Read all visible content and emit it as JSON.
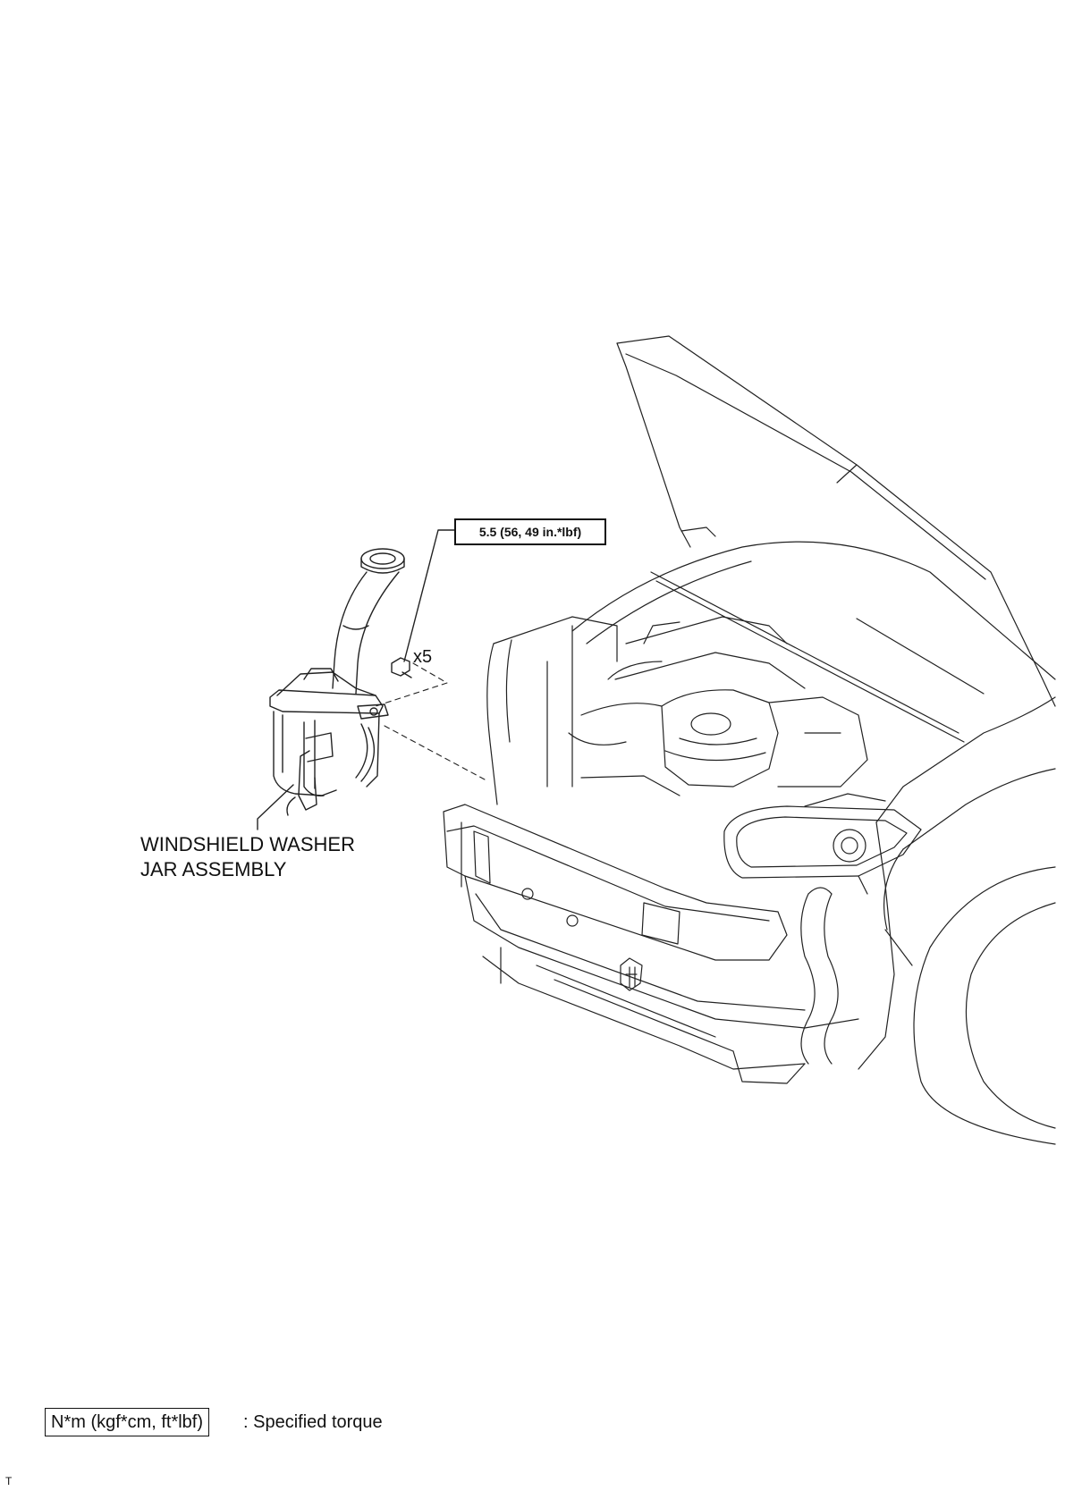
{
  "torque_callout": "5.5 (56, 49 in.*lbf)",
  "bolt_quantity": "x5",
  "part_label": {
    "line1": "WINDSHIELD WASHER",
    "line2": "JAR ASSEMBLY"
  },
  "legend": {
    "unit_box": "N*m (kgf*cm, ft*lbf)",
    "description": ": Specified torque"
  },
  "corner_mark": "T"
}
